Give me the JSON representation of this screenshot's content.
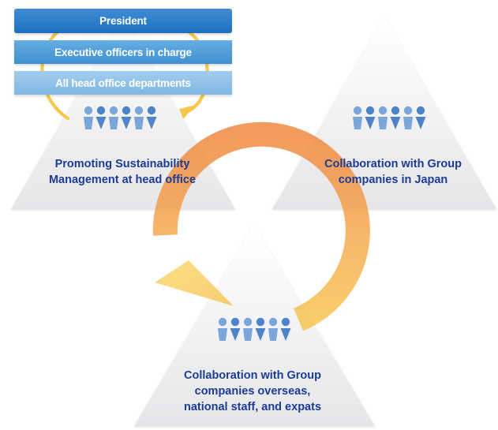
{
  "hierarchy": {
    "president": "President",
    "executive_officers": "Executive officers in charge",
    "departments": "All head office departments"
  },
  "nodes": {
    "head_office": {
      "line1": "Promoting Sustainability",
      "line2": "Management at head office"
    },
    "group_japan": {
      "line1": "Collaboration with Group",
      "line2": "companies in Japan"
    },
    "group_overseas": {
      "line1": "Collaboration with Group",
      "line2": "companies overseas,",
      "line3": "national staff, and expats"
    }
  },
  "colors": {
    "text": "#1b3c96",
    "people": "#5b8fd0",
    "cycle_orange": "#ef8a2f",
    "cycle_yellow": "#f8c24a"
  },
  "icons": [
    "people-group-icon",
    "cycle-arrow-icon",
    "circular-arrows-icon"
  ]
}
